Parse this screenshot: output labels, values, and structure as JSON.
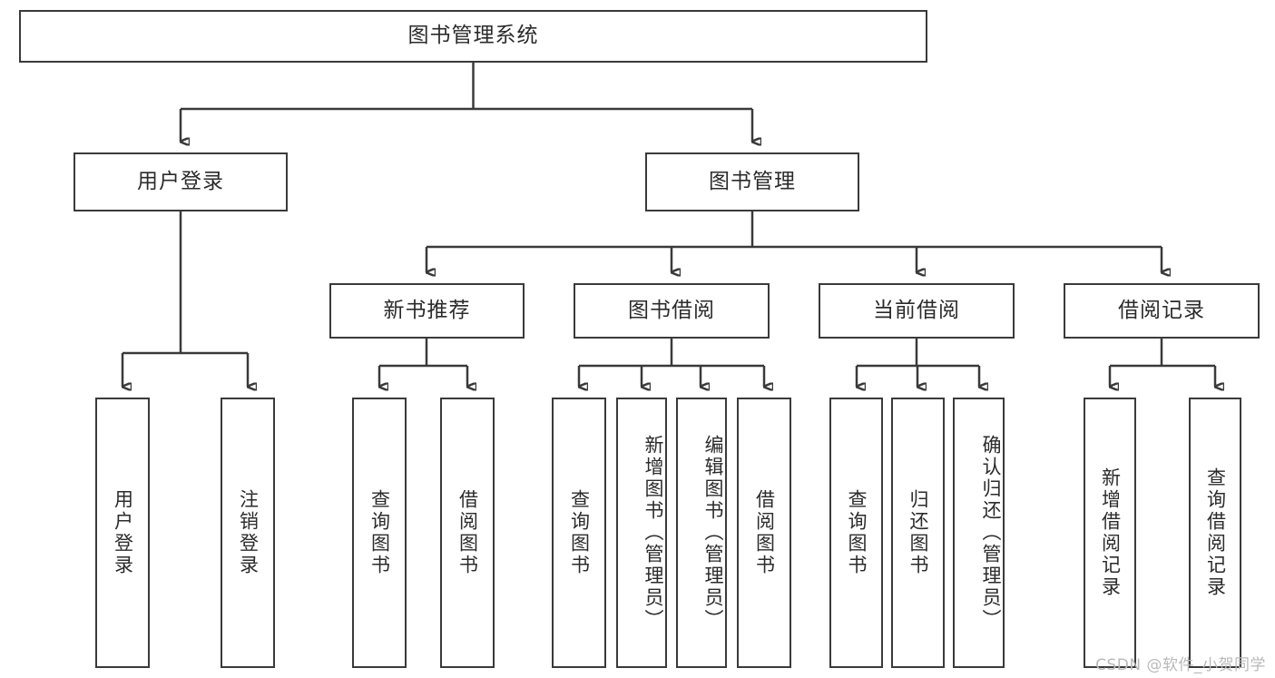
{
  "diagram": {
    "type": "tree-hierarchy-chart",
    "title": "图书管理系统",
    "watermark": "CSDN @软件_小贺同学",
    "colors": {
      "stroke": "#3a3a3a",
      "fill": "#ffffff",
      "text": "#2b2b2b",
      "watermark": "#b9b9b9"
    },
    "levels": {
      "level1": {
        "label": "图书管理系统"
      },
      "level2": [
        {
          "label": "用户登录"
        },
        {
          "label": "图书管理"
        }
      ],
      "level3": [
        {
          "label": "新书推荐"
        },
        {
          "label": "图书借阅"
        },
        {
          "label": "当前借阅"
        },
        {
          "label": "借阅记录"
        }
      ],
      "level4": {
        "user_login": [
          {
            "label": "用户登录"
          },
          {
            "label": "注销登录"
          }
        ],
        "new_book_recommend": [
          {
            "label": "查询图书"
          },
          {
            "label": "借阅图书"
          }
        ],
        "book_borrow": [
          {
            "label": "查询图书"
          },
          {
            "label": "新增图书（管理员）"
          },
          {
            "label": "编辑图书（管理员）"
          },
          {
            "label": "借阅图书"
          }
        ],
        "current_borrow": [
          {
            "label": "查询图书"
          },
          {
            "label": "归还图书"
          },
          {
            "label": "确认归还（管理员）"
          }
        ],
        "borrow_record": [
          {
            "label": "新增借阅记录"
          },
          {
            "label": "查询借阅记录"
          }
        ]
      }
    }
  }
}
